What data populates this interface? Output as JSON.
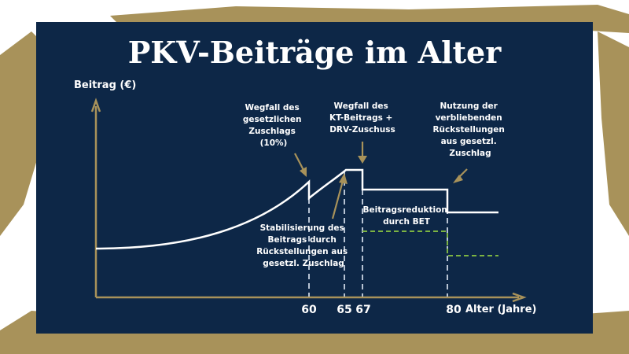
{
  "title": "PKV-Beiträge im Alter",
  "y_axis_label": "Beitrag (€)",
  "x_axis_label": "Alter (Jahre)",
  "ticks": [
    "60",
    "65",
    "67",
    "80"
  ],
  "annotations": {
    "a60": [
      "Wegfall des",
      "gesetzlichen",
      "Zuschlags",
      "(10%)"
    ],
    "a67": [
      "Wegfall des",
      "KT-Beitrags +",
      "DRV-Zuschuss"
    ],
    "a80": [
      "Nutzung der",
      "verbliebenden",
      "Rückstellungen",
      "aus gesetzl.",
      "Zuschlag"
    ],
    "a65": [
      "Stabilisierung des",
      "Beitrags durch",
      "Rückstellungen aus",
      "gesetzl. Zuschlag"
    ],
    "bet": [
      "Beitragsreduktion",
      "durch BET"
    ]
  },
  "colors": {
    "panel": "#0d2747",
    "gold": "#a8925a",
    "white": "#ffffff",
    "green": "#7cb342",
    "guide": "#b7c3d3"
  }
}
